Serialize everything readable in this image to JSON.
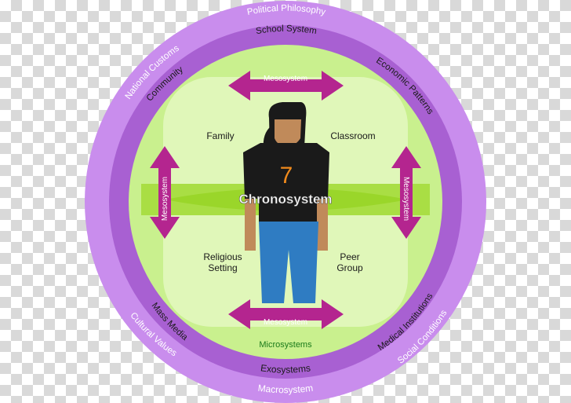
{
  "center": {
    "label": "Chronosystem",
    "shirt_number": "7"
  },
  "microsystem": {
    "items": [
      "Family",
      "Classroom",
      "Religious Setting",
      "Peer Group"
    ],
    "title": "Microsystems"
  },
  "mesosystem": {
    "label": "Mesosystem"
  },
  "exosystem": {
    "items": [
      "School System",
      "Economic Patterns",
      "Community",
      "Mass Media",
      "Medical Institutions"
    ],
    "title": "Exosystems"
  },
  "macrosystem": {
    "items": [
      "Political Philosophy",
      "National Customs",
      "Cultural Values",
      "Social Conditions"
    ],
    "title": "Macrosystem"
  },
  "colors": {
    "outer_ring": "#c98ded",
    "middle_ring": "#a860d2",
    "inner_disc": "#c9f08e",
    "square": "#e0f7b9",
    "arrow": "#b4258f",
    "band": "#9ad62a"
  }
}
